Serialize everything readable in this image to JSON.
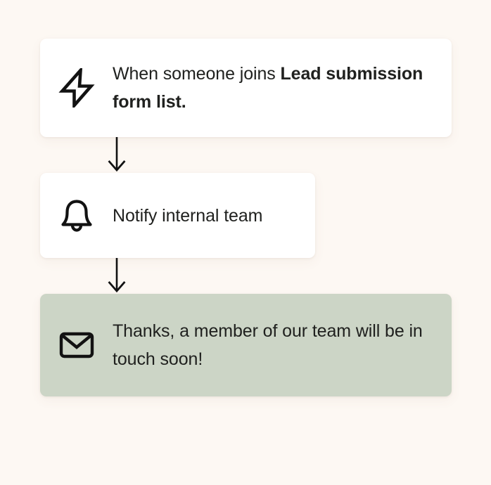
{
  "page": {
    "background_color": "#fdf8f3",
    "text_color": "#20211f"
  },
  "flow": {
    "steps": [
      {
        "id": "trigger",
        "icon": "lightning-bolt-icon",
        "card_color": "#ffffff",
        "text_prefix": "When someone joins ",
        "text_bold": "Lead submission form list."
      },
      {
        "id": "action",
        "icon": "bell-icon",
        "card_color": "#ffffff",
        "label": "Notify internal team"
      },
      {
        "id": "message",
        "icon": "envelope-icon",
        "card_color": "#ccd5c6",
        "label": "Thanks, a member of our team will be in touch soon!"
      }
    ],
    "connectors": [
      {
        "id": "connector-1",
        "icon": "arrow-down-icon"
      },
      {
        "id": "connector-2",
        "icon": "arrow-down-icon"
      }
    ]
  }
}
